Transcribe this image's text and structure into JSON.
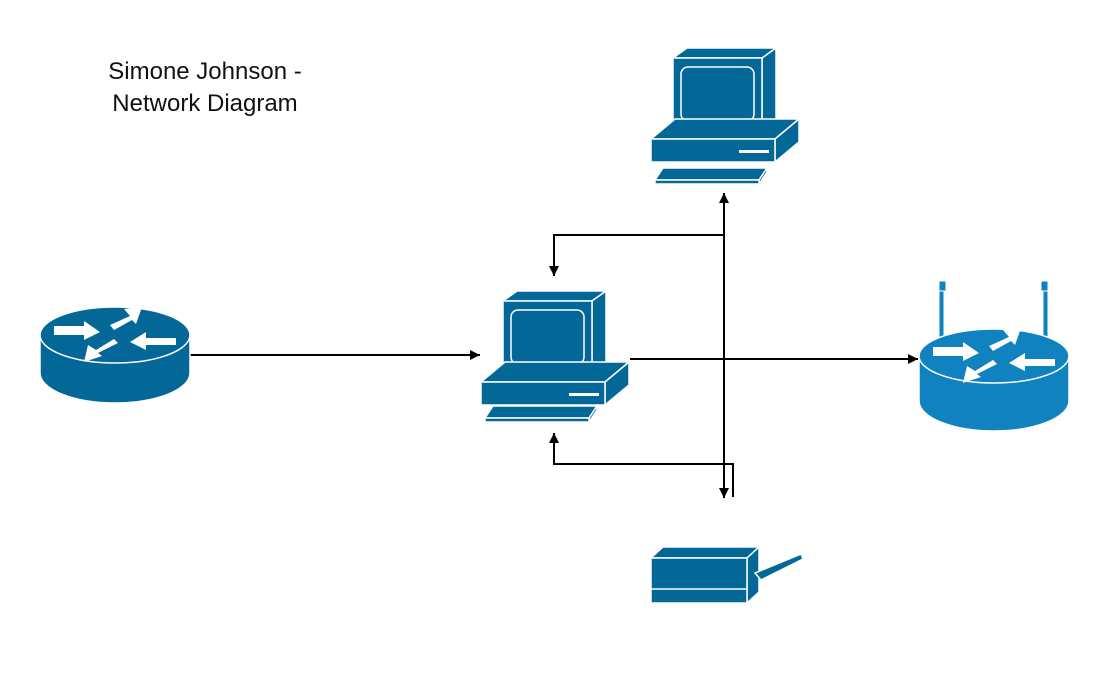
{
  "diagram": {
    "title_line_1": "Simone Johnson -",
    "title_line_2": "Network Diagram",
    "colors": {
      "device_primary": "#036897",
      "device_light": "#1082c0",
      "outline": "#ffffff",
      "connector": "#000000"
    },
    "nodes": [
      {
        "id": "router-left",
        "icon": "router-icon"
      },
      {
        "id": "computer-center",
        "icon": "computer-icon"
      },
      {
        "id": "computer-top",
        "icon": "computer-icon"
      },
      {
        "id": "wireless-router-right",
        "icon": "wireless-router-icon"
      },
      {
        "id": "printer-bottom",
        "icon": "printer-icon"
      }
    ],
    "edges": [
      {
        "from": "router-left",
        "to": "computer-center"
      },
      {
        "from": "computer-center",
        "to": "wireless-router-right"
      },
      {
        "from": "computer-top",
        "to": "computer-center"
      },
      {
        "from": "computer-center",
        "to": "computer-top"
      },
      {
        "from": "computer-top",
        "to": "printer-bottom"
      },
      {
        "from": "printer-bottom",
        "to": "computer-center"
      }
    ]
  }
}
